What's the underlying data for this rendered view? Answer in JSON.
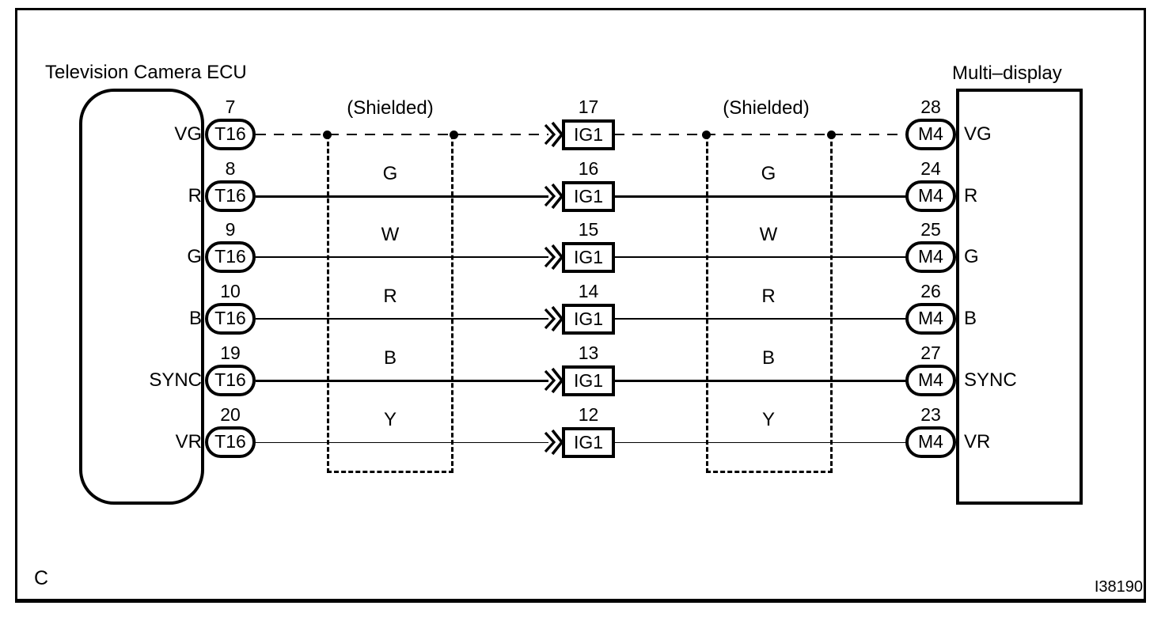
{
  "title_left": "Television Camera ECU",
  "title_right": "Multi–display",
  "shielded_left": "(Shielded)",
  "shielded_right": "(Shielded)",
  "corner_label": "C",
  "figure_id": "I38190",
  "rows": [
    {
      "left_pin_no": "7",
      "left_signal": "VG",
      "left_connector": "T16",
      "wire_color_left": "",
      "junction_pin_no": "17",
      "junction_connector": "IG1",
      "wire_color_right": "",
      "right_pin_no": "28",
      "right_connector": "M4",
      "right_signal": "VG",
      "wire_style": "dashed"
    },
    {
      "left_pin_no": "8",
      "left_signal": "R",
      "left_connector": "T16",
      "wire_color_left": "G",
      "junction_pin_no": "16",
      "junction_connector": "IG1",
      "wire_color_right": "G",
      "right_pin_no": "24",
      "right_connector": "M4",
      "right_signal": "R",
      "wire_style": "solid"
    },
    {
      "left_pin_no": "9",
      "left_signal": "G",
      "left_connector": "T16",
      "wire_color_left": "W",
      "junction_pin_no": "15",
      "junction_connector": "IG1",
      "wire_color_right": "W",
      "right_pin_no": "25",
      "right_connector": "M4",
      "right_signal": "G",
      "wire_style": "solid"
    },
    {
      "left_pin_no": "10",
      "left_signal": "B",
      "left_connector": "T16",
      "wire_color_left": "R",
      "junction_pin_no": "14",
      "junction_connector": "IG1",
      "wire_color_right": "R",
      "right_pin_no": "26",
      "right_connector": "M4",
      "right_signal": "B",
      "wire_style": "solid"
    },
    {
      "left_pin_no": "19",
      "left_signal": "SYNC",
      "left_connector": "T16",
      "wire_color_left": "B",
      "junction_pin_no": "13",
      "junction_connector": "IG1",
      "wire_color_right": "B",
      "right_pin_no": "27",
      "right_connector": "M4",
      "right_signal": "SYNC",
      "wire_style": "solid"
    },
    {
      "left_pin_no": "20",
      "left_signal": "VR",
      "left_connector": "T16",
      "wire_color_left": "Y",
      "junction_pin_no": "12",
      "junction_connector": "IG1",
      "wire_color_right": "Y",
      "right_pin_no": "23",
      "right_connector": "M4",
      "right_signal": "VR",
      "wire_style": "solid"
    }
  ]
}
